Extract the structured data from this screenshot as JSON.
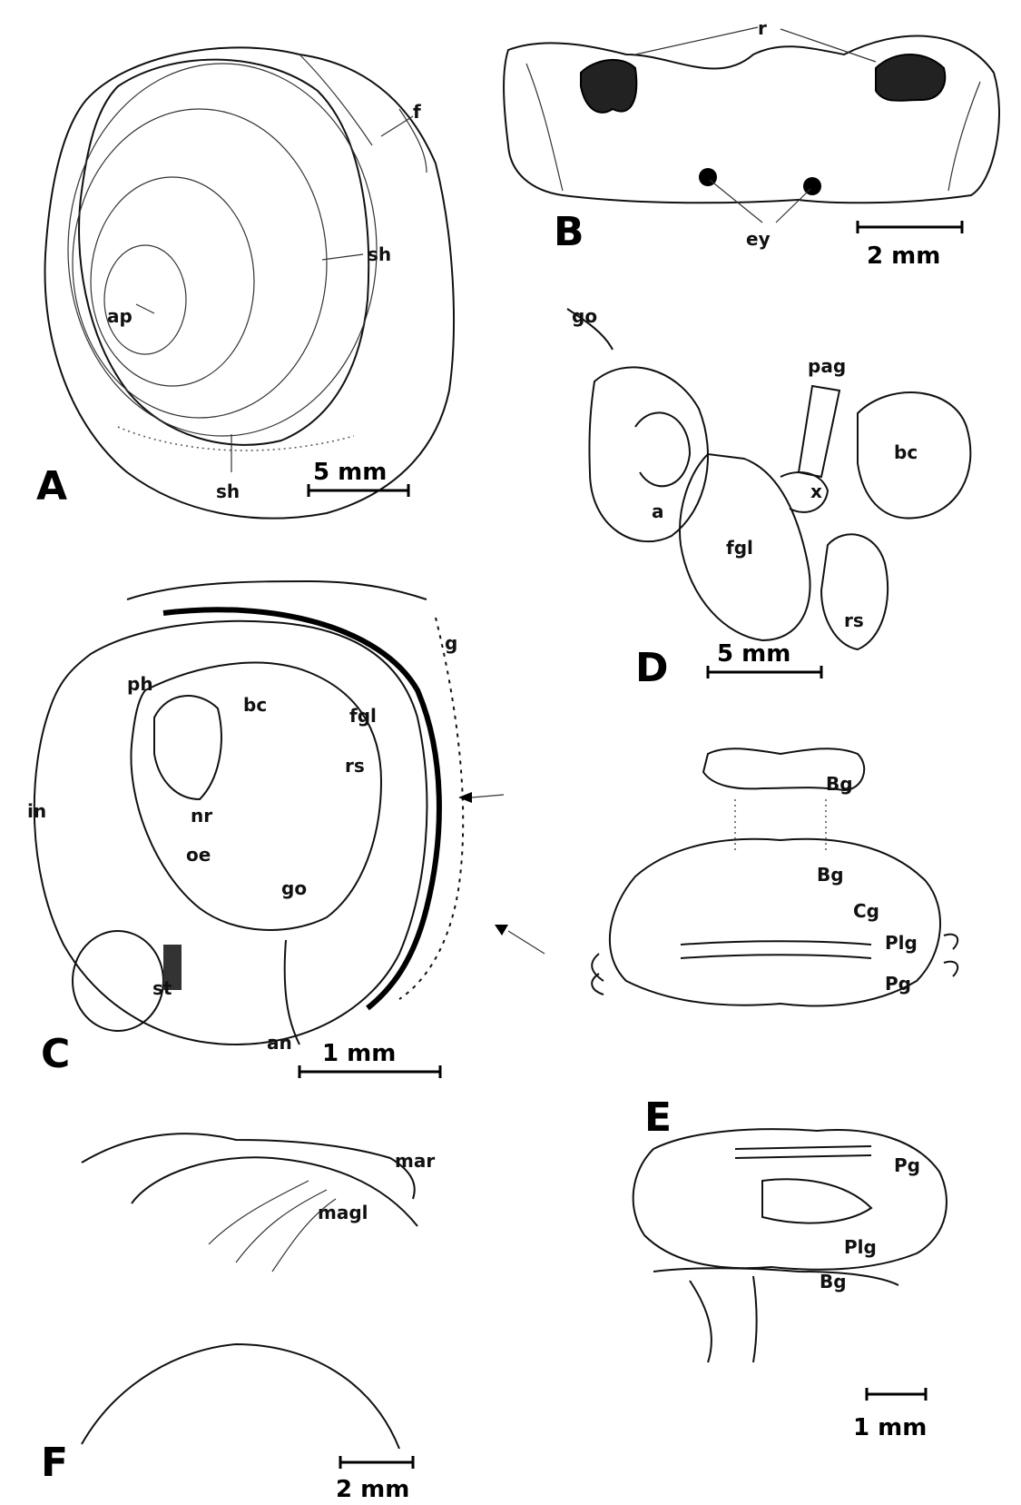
{
  "panels": {
    "A": {
      "letter": "A",
      "scale": "5 mm",
      "labels": {
        "f": "f",
        "sh1": "sh",
        "ap": "ap",
        "sh2": "sh"
      }
    },
    "B": {
      "letter": "B",
      "scale": "2 mm",
      "labels": {
        "r": "r",
        "ey": "ey"
      }
    },
    "C": {
      "letter": "C",
      "scale": "1 mm",
      "labels": {
        "g": "g",
        "ph": "ph",
        "bc": "bc",
        "fgl": "fgl",
        "rs": "rs",
        "in": "in",
        "nr": "nr",
        "oe": "oe",
        "go": "go",
        "st": "st",
        "an": "an"
      }
    },
    "D": {
      "letter": "D",
      "scale": "5 mm",
      "labels": {
        "go": "go",
        "pag": "pag",
        "bc": "bc",
        "a": "a",
        "x": "x",
        "fgl": "fgl",
        "rs": "rs"
      }
    },
    "E": {
      "letter": "E",
      "scale": "1 mm",
      "labels": {
        "Bg1": "Bg",
        "Bg2": "Bg",
        "Cg": "Cg",
        "Plg1": "Plg",
        "Pg1": "Pg",
        "Pg2": "Pg",
        "Plg2": "Plg",
        "Bg3": "Bg"
      }
    },
    "F": {
      "letter": "F",
      "scale": "2 mm",
      "labels": {
        "mar": "mar",
        "magl": "magl"
      }
    }
  }
}
